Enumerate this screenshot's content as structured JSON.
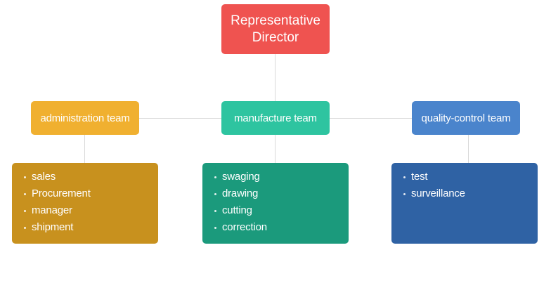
{
  "colors": {
    "root": "#ef5350",
    "admin_team": "#f0b030",
    "admin_detail": "#c8911e",
    "manufacture_team": "#2ec4a0",
    "manufacture_detail": "#1b9a7c",
    "qc_team": "#4a84cc",
    "qc_detail": "#2f62a4",
    "connector": "#d9d9d9"
  },
  "root": {
    "line1": "Representative",
    "line2": "Director"
  },
  "teams": [
    {
      "key": "admin",
      "label": "administration team",
      "items": [
        "sales",
        "Procurement",
        "manager",
        "shipment"
      ]
    },
    {
      "key": "manufacture",
      "label": "manufacture team",
      "items": [
        "swaging",
        "drawing",
        "cutting",
        "correction"
      ]
    },
    {
      "key": "qc",
      "label": "quality-control team",
      "items": [
        "test",
        "surveillance"
      ]
    }
  ]
}
